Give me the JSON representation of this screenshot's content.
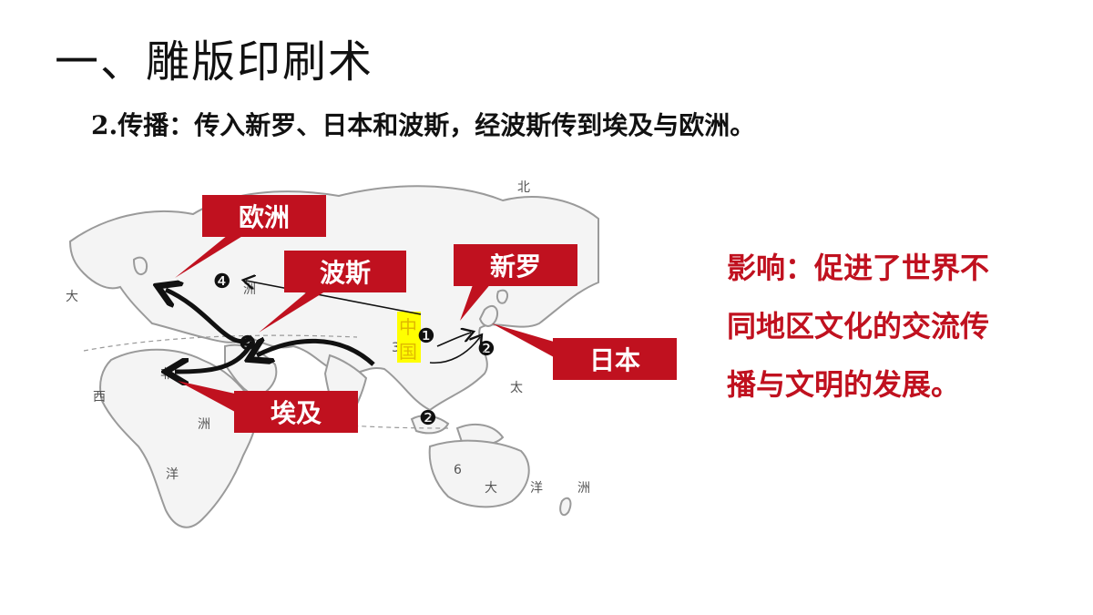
{
  "slide": {
    "title": "一、雕版印刷术",
    "subtitle": "2.传播：传入新罗、日本和波斯，经波斯传到埃及与欧洲。"
  },
  "map": {
    "callouts": {
      "europe": "欧洲",
      "persia": "波斯",
      "silla": "新罗",
      "japan": "日本",
      "egypt": "埃及"
    },
    "china_label": [
      "中",
      "国"
    ],
    "markers": {
      "m1": "❶",
      "m2a": "❷",
      "m2b": "❷",
      "m3": "❸",
      "m4": "❹"
    },
    "map_text": {
      "north": "北",
      "da": "大",
      "xi": "西",
      "fei": "非",
      "yang": "洋",
      "zhou": "洲",
      "zhou2": "洲",
      "tai": "太",
      "da2": "大",
      "yang2": "洋",
      "zhou3": "洲",
      "six": "6",
      "three": "3"
    },
    "colors": {
      "callout": "#c0111f",
      "highlight": "#ffff00"
    }
  },
  "impact": {
    "label": "影响：",
    "text": "促进了世界不同地区文化的交流传播与文明的发展。"
  }
}
